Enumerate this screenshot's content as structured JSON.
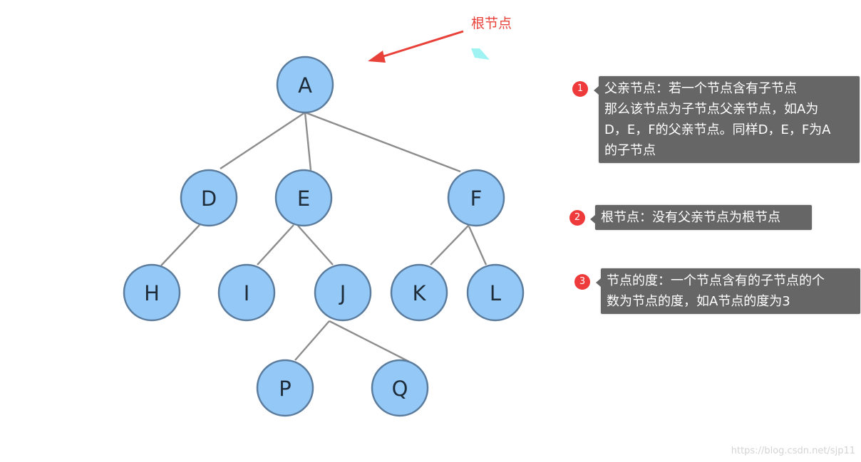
{
  "diagram": {
    "nodes": [
      {
        "id": "A",
        "label": "A"
      },
      {
        "id": "D",
        "label": "D"
      },
      {
        "id": "E",
        "label": "E"
      },
      {
        "id": "F",
        "label": "F"
      },
      {
        "id": "H",
        "label": "H"
      },
      {
        "id": "I",
        "label": "I"
      },
      {
        "id": "J",
        "label": "J"
      },
      {
        "id": "K",
        "label": "K"
      },
      {
        "id": "L",
        "label": "L"
      },
      {
        "id": "P",
        "label": "P"
      },
      {
        "id": "Q",
        "label": "Q"
      }
    ],
    "edges": [
      [
        "A",
        "D"
      ],
      [
        "A",
        "E"
      ],
      [
        "A",
        "F"
      ],
      [
        "D",
        "H"
      ],
      [
        "E",
        "I"
      ],
      [
        "E",
        "J"
      ],
      [
        "F",
        "K"
      ],
      [
        "F",
        "L"
      ],
      [
        "J",
        "P"
      ],
      [
        "J",
        "Q"
      ]
    ],
    "node_fill": "#94c8f7",
    "node_stroke": "#5b7c9c",
    "edge_color": "#8d8d8d"
  },
  "root_annotation": {
    "label": "根节点",
    "color": "#e8413a"
  },
  "callouts": [
    {
      "badge": "1",
      "lines": [
        "父亲节点：若一个节点含有子节点",
        "那么该节点为子节点父亲节点，如A为",
        "D，E，F的父亲节点。同样D，E，F为A",
        "的子节点"
      ]
    },
    {
      "badge": "2",
      "lines": [
        "根节点：没有父亲节点为根节点"
      ]
    },
    {
      "badge": "3",
      "lines": [
        "节点的度：一个节点含有的子节点的个",
        "数为节点的度，如A节点的度为3"
      ]
    }
  ],
  "watermark": "https://blog.csdn.net/sjp11",
  "badge_color": "#ee3a3a",
  "callout_bg": "#666666"
}
